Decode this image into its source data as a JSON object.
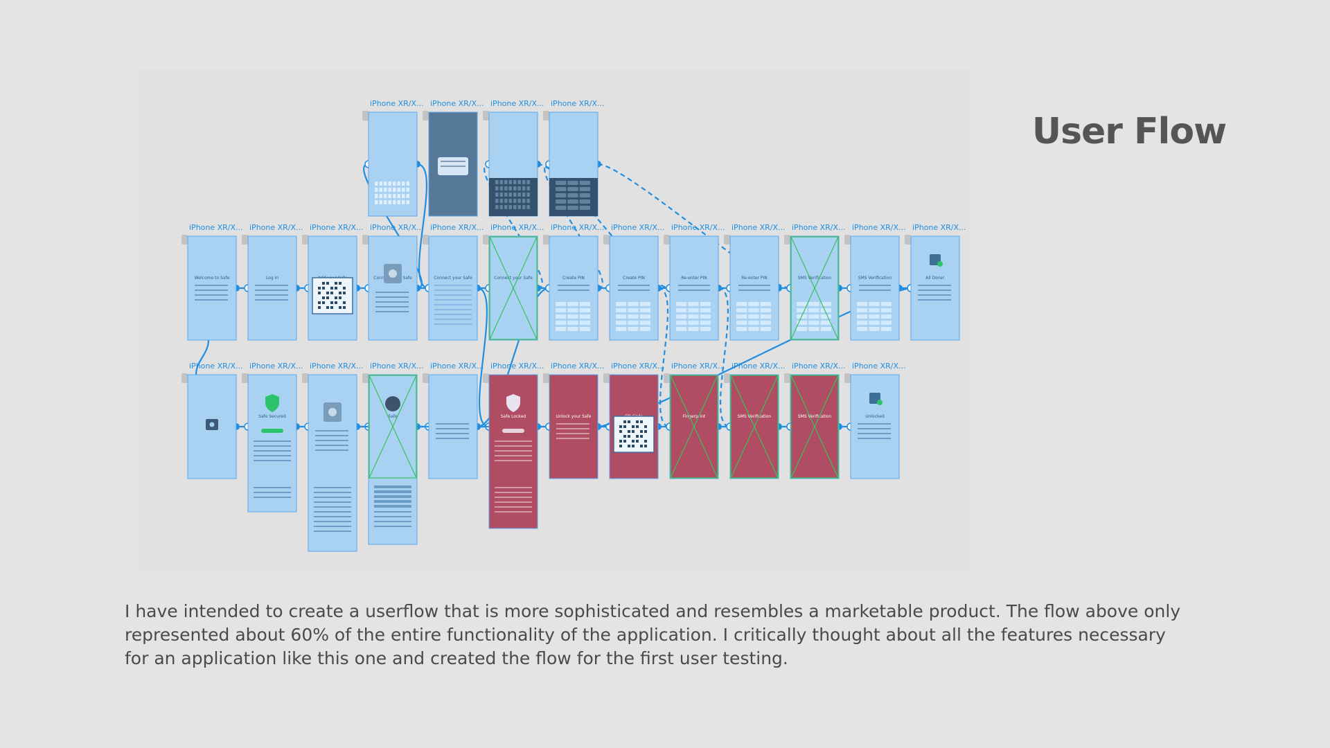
{
  "title": "User Flow",
  "description": "I have intended to create a userflow that is more sophisticated and resembles a marketable product. The flow above only represented about 60% of the entire functionality of the application. I critically thought about all the features necessary for an application like this one and created the flow for the first user testing.",
  "frame_label": "iPhone XR/X...",
  "colors": {
    "frame_blue": "#a9d1f2",
    "frame_dark": "#56799a",
    "frame_red": "#b04d64",
    "frame_border": "#5aa5e8",
    "link": "#1f8ee0",
    "placeholder": "#35c35c",
    "accent_green": "#2cc46a"
  },
  "rows": {
    "top": [
      {
        "kind": "blue",
        "content": "keyboard"
      },
      {
        "kind": "dark",
        "content": "dialog"
      },
      {
        "kind": "blue",
        "content": "keyboard-dark"
      },
      {
        "kind": "blue",
        "content": "keypad-dark"
      }
    ],
    "middle": [
      {
        "kind": "blue",
        "content": "text",
        "label": "Welcome to Safe"
      },
      {
        "kind": "blue",
        "content": "text",
        "label": "Log in"
      },
      {
        "kind": "blue",
        "content": "qr",
        "label": "Add your Safe"
      },
      {
        "kind": "blue",
        "content": "safe",
        "label": "Connect your Safe"
      },
      {
        "kind": "blue",
        "content": "list",
        "label": "Connect your Safe"
      },
      {
        "kind": "blue",
        "content": "placeholder",
        "label": "Connect your Safe"
      },
      {
        "kind": "blue",
        "content": "keypad",
        "label": "Create PIN"
      },
      {
        "kind": "blue",
        "content": "keypad",
        "label": "Create PIN"
      },
      {
        "kind": "blue",
        "content": "keypad",
        "label": "Re-enter PIN"
      },
      {
        "kind": "blue",
        "content": "keypad",
        "label": "Re-enter PIN"
      },
      {
        "kind": "blue",
        "content": "placeholder-keypad",
        "label": "SMS Verification"
      },
      {
        "kind": "blue",
        "content": "keypad",
        "label": "SMS Verification"
      },
      {
        "kind": "blue",
        "content": "done",
        "label": "All Done!"
      }
    ],
    "bottom": [
      {
        "kind": "blue",
        "content": "safe-icon",
        "label": ""
      },
      {
        "kind": "blue",
        "content": "shield",
        "label": "Safe Secured"
      },
      {
        "kind": "blue",
        "content": "safe",
        "label": "Safe"
      },
      {
        "kind": "blue",
        "content": "placeholder-avatar",
        "label": "Safe"
      },
      {
        "kind": "blue",
        "content": "text",
        "label": ""
      },
      {
        "kind": "red",
        "content": "shield",
        "label": "Safe Locked"
      },
      {
        "kind": "red",
        "content": "text",
        "label": "Unlock your Safe"
      },
      {
        "kind": "red",
        "content": "qr",
        "label": "QR Code"
      },
      {
        "kind": "red",
        "content": "placeholder",
        "label": "Fingerprint"
      },
      {
        "kind": "red",
        "content": "placeholder",
        "label": "SMS Verification"
      },
      {
        "kind": "red",
        "content": "placeholder",
        "label": "SMS Verification"
      },
      {
        "kind": "blue",
        "content": "done",
        "label": "Unlocked"
      }
    ]
  }
}
